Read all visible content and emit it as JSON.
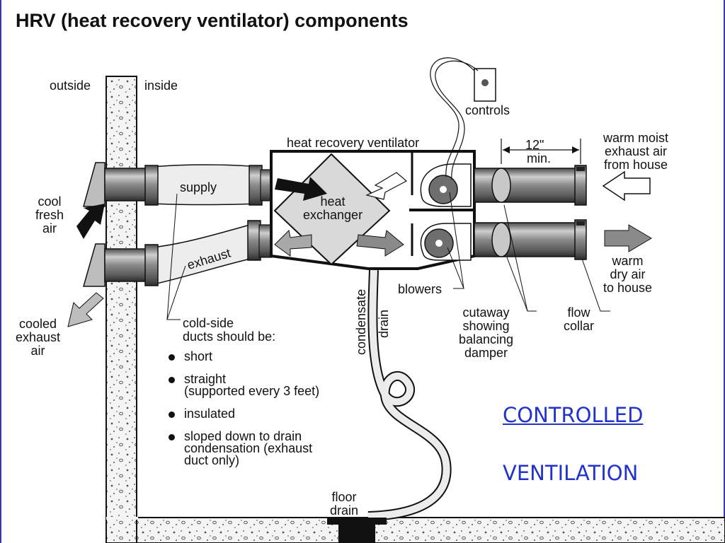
{
  "title": "HRV (heat recovery ventilator) components",
  "labels": {
    "outside": "outside",
    "inside": "inside",
    "controls": "controls",
    "heat_recovery_ventilator": "heat recovery ventilator",
    "twelve_in": "12\"",
    "min": "min.",
    "warm_moist": "warm moist\nexhaust air\nfrom house",
    "cool_fresh": "cool\nfresh\nair",
    "supply": "supply",
    "exhaust": "exhaust",
    "heat_exchanger": "heat\nexchanger",
    "warm_dry": "warm\ndry air\nto house",
    "cooled_exhaust": "cooled\nexhaust\nair",
    "condensate": "condensate",
    "drain": "drain",
    "blowers": "blowers",
    "cutaway": "cutaway\nshowing\nbalancing\ndamper",
    "flow_collar": "flow\ncollar",
    "cold_side": "cold-side\nducts should be:",
    "floor_drain": "floor\ndrain"
  },
  "bullets": [
    "short",
    "straight\n(supported every 3 feet)",
    "insulated",
    "sloped down to drain\ncondensation (exhaust\nduct only)"
  ],
  "overlay": {
    "line1": "CONTROLLED",
    "line2": "VENTILATION",
    "color": "#2233cc"
  }
}
